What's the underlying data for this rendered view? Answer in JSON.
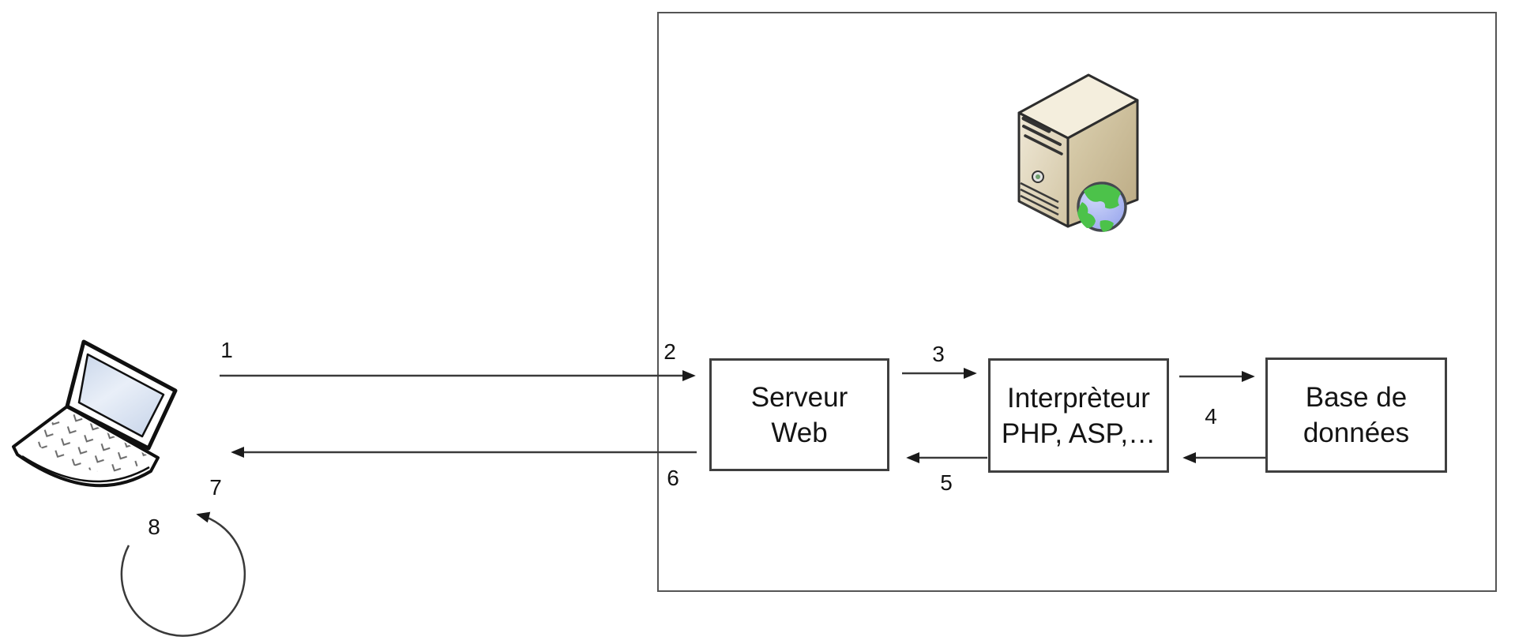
{
  "diagram": {
    "client": {
      "icon": "laptop-icon"
    },
    "host": {
      "icon": "web-server-globe-icon"
    },
    "boxes": {
      "web_server": {
        "line1": "Serveur",
        "line2": "Web"
      },
      "interpreter": {
        "line1": "Interprèteur",
        "line2": "PHP, ASP,…"
      },
      "database": {
        "line1": "Base de",
        "line2": "données"
      }
    },
    "step_labels": {
      "step1": "1",
      "step2": "2",
      "step3": "3",
      "step4": "4",
      "step5": "5",
      "step6": "6",
      "step7": "7",
      "step8": "8"
    }
  },
  "colors": {
    "outer-border": "#555555",
    "box-border": "#3f3f3f",
    "arrow": "#3a3a3a",
    "text": "#141414"
  }
}
